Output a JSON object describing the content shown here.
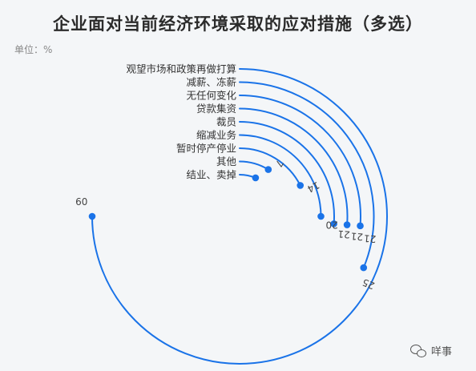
{
  "title": "企业面对当前经济环境采取的应对措施（多选）",
  "unit_label": "单位：%",
  "watermark_text": "咩事",
  "colors": {
    "arc": "#1a73e8",
    "background": "#f4f6f8",
    "text": "#333333"
  },
  "chart_data": {
    "type": "radial-bar",
    "max_value": 60,
    "unit": "%",
    "categories": [
      "观望市场和政策再做打算",
      "减薪、冻薪",
      "无任何变化",
      "贷款集资",
      "裁员",
      "缩减业务",
      "暂时停产停业",
      "其他",
      "结业、卖掉"
    ],
    "values": [
      60,
      25,
      21,
      21,
      21,
      20,
      14,
      7,
      5
    ],
    "value_labels": [
      "60",
      "25",
      "21",
      "21",
      "21",
      "20",
      "14",
      "7",
      ""
    ]
  }
}
